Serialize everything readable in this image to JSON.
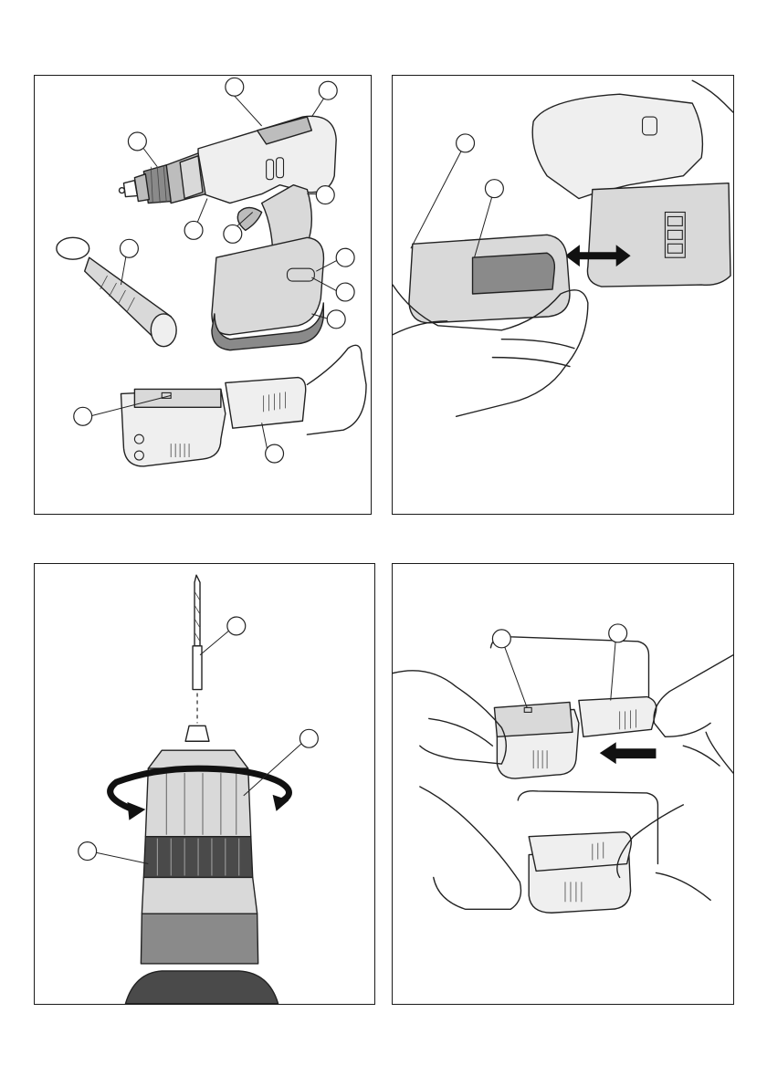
{
  "page": {
    "background": "#ffffff",
    "line_color": "#222222"
  },
  "figures": [
    {
      "id": "fig-overview",
      "callout_count": 12,
      "content": [
        "drill-icon",
        "side-handle-icon",
        "battery-pack-icon"
      ]
    },
    {
      "id": "fig-battery-removal",
      "callout_count": 2,
      "content": [
        "drill-icon",
        "battery-pack-icon",
        "hand-icon",
        "double-arrow-icon"
      ]
    },
    {
      "id": "fig-bit-insertion",
      "callout_count": 3,
      "content": [
        "drill-bit-icon",
        "chuck-icon",
        "rotation-arrow-icon"
      ]
    },
    {
      "id": "fig-charging",
      "callout_count": 2,
      "content": [
        "charger-icon",
        "battery-pack-icon",
        "hand-icon",
        "arrow-left-icon"
      ]
    }
  ]
}
